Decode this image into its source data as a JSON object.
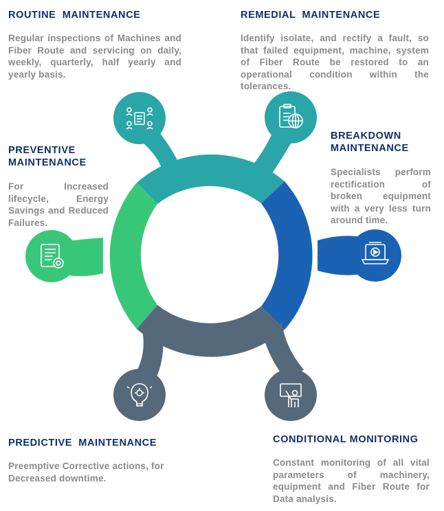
{
  "sections": {
    "routine": {
      "title": "ROUTINE  MAINTENANCE",
      "text": "Regular inspections of Machines and Fiber Route and servicing on daily, weekly, quarterly, half yearly and yearly basis."
    },
    "remedial": {
      "title": "REMEDIAL  MAINTENANCE",
      "text": "Identify isolate, and rectify a fault, so that failed equipment, machine, system of Fiber Route be restored to an operational condition within the tolerances."
    },
    "preventive": {
      "title_line1": "PREVENTIVE",
      "title_line2": "MAINTENANCE",
      "text": "For Increased lifecycle, Energy Savings and Reduced Failures."
    },
    "breakdown": {
      "title_line1": "BREAKDOWN",
      "title_line2": "MAINTENANCE",
      "text": "Specialists perform rectification of broken equipment with a very less turn around time."
    },
    "predictive": {
      "title": "PREDICTIVE  MAINTENANCE",
      "text": "Preemptive Corrective actions, for Decreased downtime."
    },
    "conditional": {
      "title": "CONDITIONAL MONITORING",
      "text": "Constant monitoring of all vital parameters of machinery, equipment and Fiber Route for Data analysis."
    }
  },
  "colors": {
    "teal": "#2aa6a8",
    "blue": "#1b62b4",
    "green": "#38c779",
    "slate": "#56697a",
    "title": "#0f2f6b",
    "text": "#8a8a8a"
  },
  "icons": {
    "routine": "team-document-icon",
    "remedial": "clipboard-globe-icon",
    "breakdown": "laptop-video-icon",
    "conditional": "presenter-chart-icon",
    "predictive": "lightbulb-head-icon",
    "preventive": "certificate-gear-icon"
  }
}
